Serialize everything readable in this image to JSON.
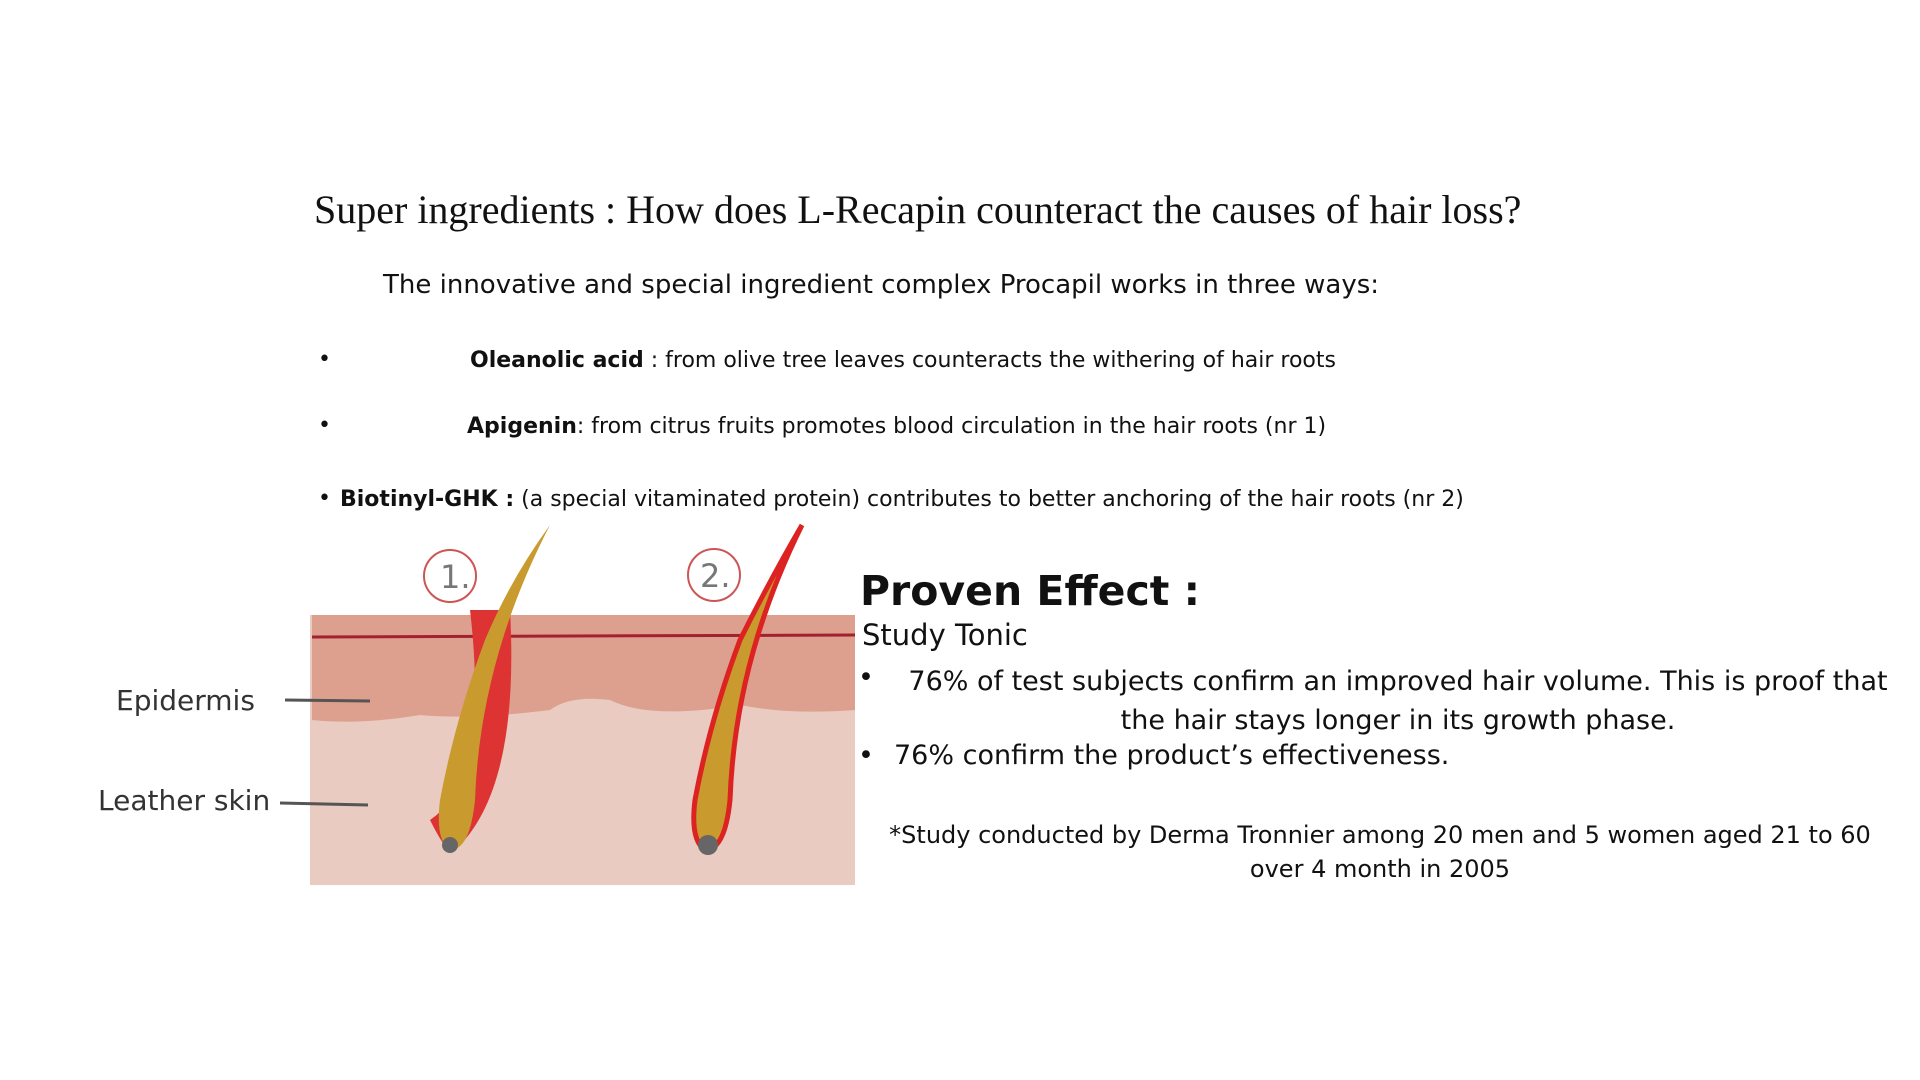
{
  "title": "Super ingredients : How does L-Recapin counteract the causes of hair loss?",
  "intro": "The innovative and special ingredient complex Procapil works in three ways:",
  "ingredients": [
    {
      "name": "Oleanolic acid",
      "text": " : from olive tree leaves counteracts the withering of hair roots"
    },
    {
      "name": "Apigenin",
      "text": ":  from citrus fruits promotes blood circulation in the hair roots (nr 1)"
    },
    {
      "name": "Biotinyl-GHK :",
      "text": " (a special vitaminated protein) contributes to better anchoring of the hair roots (nr 2)"
    }
  ],
  "diagram": {
    "label1": "1.",
    "label2": "2.",
    "epidermis": "Epidermis",
    "leather": "Leather skin"
  },
  "proven": {
    "heading": "Proven Effect :",
    "sub": "Study Tonic",
    "points": [
      "76% of test subjects confirm an improved hair volume.  This is proof that the hair stays longer in its growth phase.",
      "76%  confirm the product’s effectiveness."
    ],
    "note": "*Study conducted by  Derma Tronnier among 20 men and 5 women aged 21 to 60 over 4 month in 2005"
  }
}
